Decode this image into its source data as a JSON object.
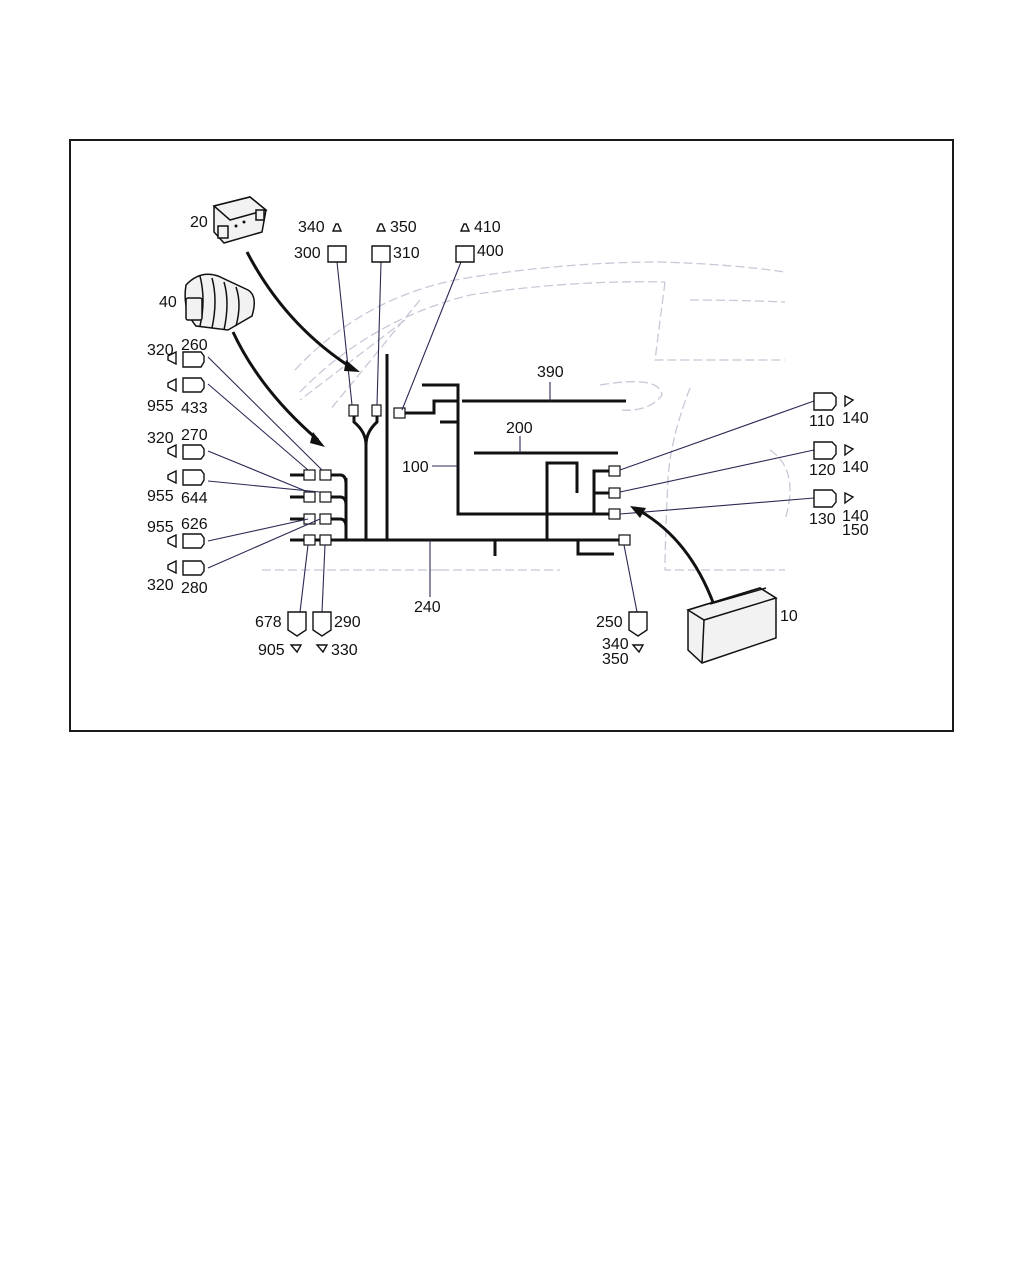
{
  "diagram": {
    "labels": {
      "l20": "20",
      "l40": "40",
      "l10": "10",
      "l340a": "340",
      "l300": "300",
      "l350a": "350",
      "l310": "310",
      "l410": "410",
      "l400": "400",
      "l390": "390",
      "l200": "200",
      "l100": "100",
      "l240": "240",
      "l320a": "320",
      "l260": "260",
      "l955a": "955",
      "l433": "433",
      "l320b": "320",
      "l270": "270",
      "l955b": "955",
      "l644": "644",
      "l955c": "955",
      "l626": "626",
      "l320c": "320",
      "l280": "280",
      "l678": "678",
      "l905": "905",
      "l290": "290",
      "l330": "330",
      "l250": "250",
      "l340b": "340",
      "l350b": "350",
      "l110": "110",
      "l140a": "140",
      "l120": "120",
      "l140b": "140",
      "l130": "130",
      "l140c": "140",
      "l150": "150"
    }
  }
}
